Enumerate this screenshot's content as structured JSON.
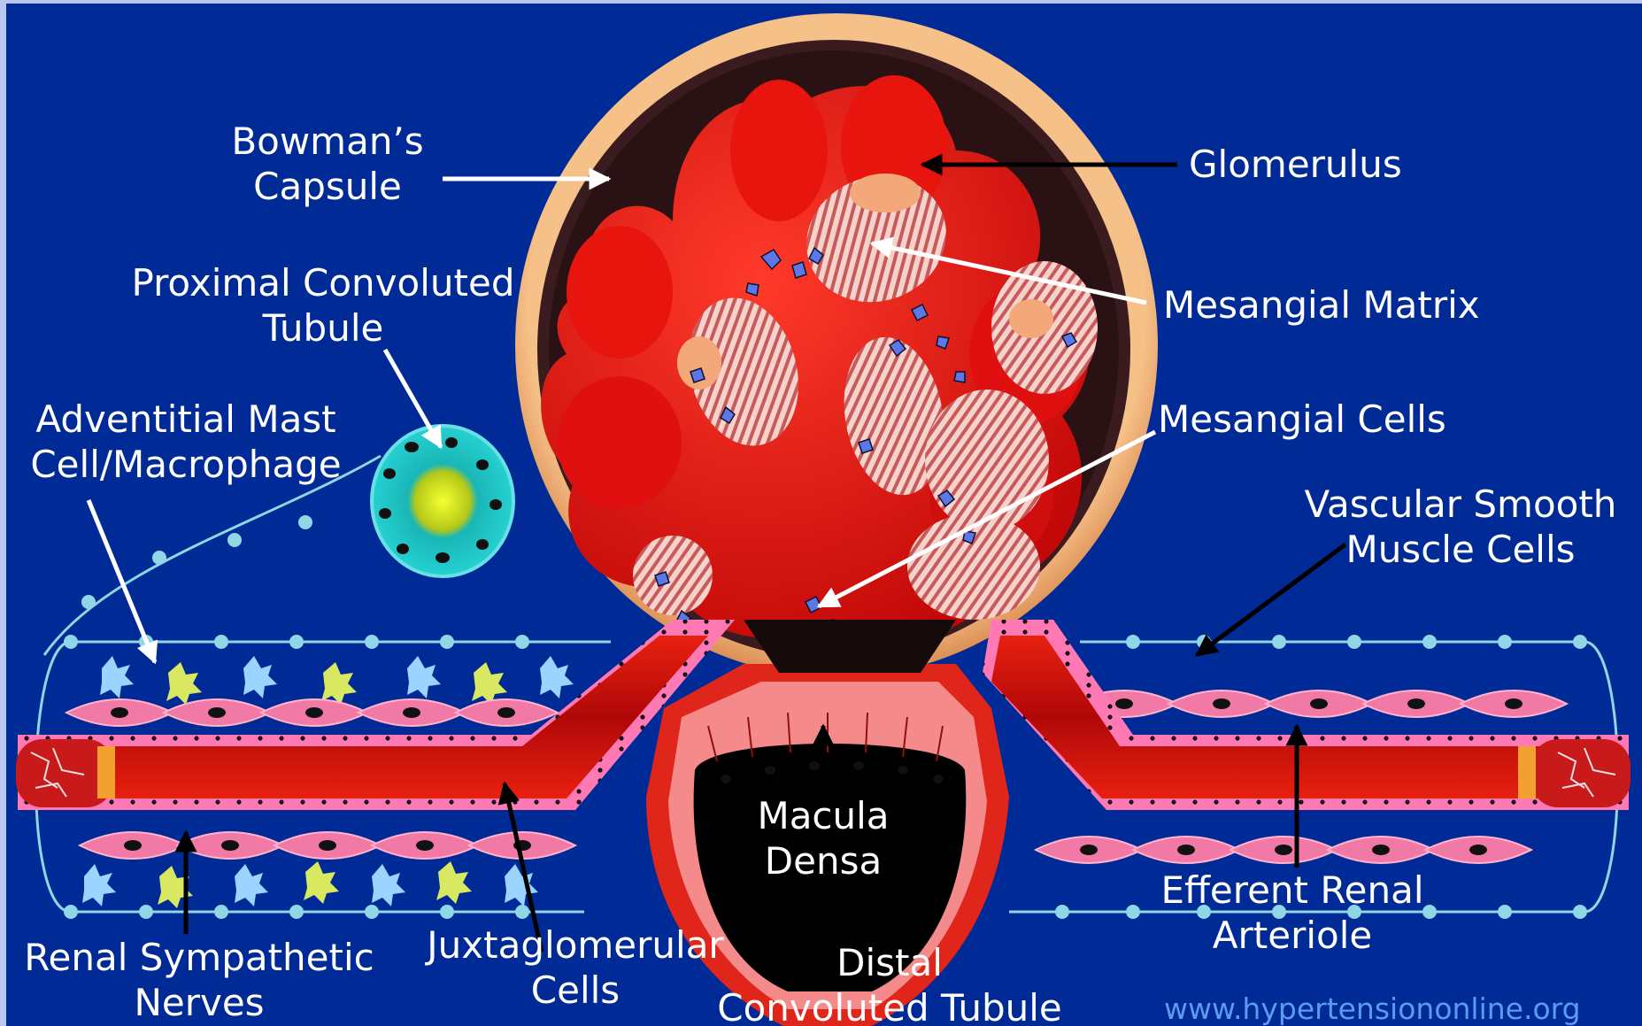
{
  "labels": {
    "bowmans_capsule": [
      "Bowman’s",
      "Capsule"
    ],
    "glomerulus": "Glomerulus",
    "proximal_convoluted_tubule": [
      "Proximal Convoluted",
      "Tubule"
    ],
    "mesangial_matrix": "Mesangial Matrix",
    "adventitial_mast_cell": [
      "Adventitial Mast",
      "Cell/Macrophage"
    ],
    "mesangial_cells": "Mesangial Cells",
    "vascular_smooth_muscle_cells": [
      "Vascular Smooth",
      "Muscle Cells"
    ],
    "macula_densa": [
      "Macula",
      "Densa"
    ],
    "efferent_renal_arteriole": [
      "Efferent Renal",
      "Arteriole"
    ],
    "renal_sympathetic_nerves": [
      "Renal Sympathetic",
      "Nerves"
    ],
    "juxtaglomerular_cells": [
      "Juxtaglomerular",
      "Cells"
    ],
    "distal_convoluted_tubule": [
      "Distal",
      "Convoluted Tubule"
    ]
  },
  "watermark": "www.hypertensiononline.org",
  "colors": {
    "background": "#002a96",
    "vessel": "#d61010",
    "capsule": "#e79a5a",
    "vessel_wall": "#ff6fae",
    "smooth_muscle": "#f07aa5",
    "macrophage": "#19c6c9",
    "nerve": "#8fd6e6",
    "label_text": "#ffffff",
    "watermark": "#5b9bf0"
  }
}
